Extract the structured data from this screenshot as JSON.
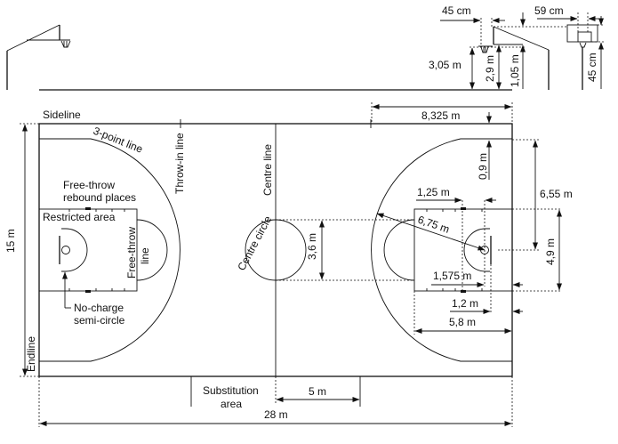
{
  "elevation": {
    "rim_offset": "45 cm",
    "board_width": "59 cm",
    "board_height": "45 cm",
    "rim_height": "3,05 m",
    "board_top": "2,9 m",
    "board_bottom": "1,05 m"
  },
  "labels": {
    "sideline": "Sideline",
    "three_point_line": "3-point line",
    "throw_in_line": "Throw-in line",
    "centre_line": "Centre line",
    "centre_circle": "Centre circle",
    "rebound_1": "Free-throw",
    "rebound_2": "rebound places",
    "restricted_area": "Restricted area",
    "free_throw_1": "Free-throw",
    "free_throw_2": "line",
    "no_charge_1": "No-charge",
    "no_charge_2": "semi-circle",
    "endline": "Endline",
    "substitution_1": "Substitution",
    "substitution_2": "area"
  },
  "dimensions": {
    "width": "15 m",
    "length": "28 m",
    "throw_in": "8,325 m",
    "three_point_side": "0,9 m",
    "three_point_straight": "6,55 m",
    "key_width": "4,9 m",
    "rebound": "1,25 m",
    "three_point_radius": "6,75 m",
    "basket": "1,575 m",
    "backboard": "1,2 m",
    "key_length": "5,8 m",
    "circle": "3,6 m",
    "substitution": "5 m"
  },
  "colors": {
    "line": "#111111",
    "background": "#ffffff"
  }
}
